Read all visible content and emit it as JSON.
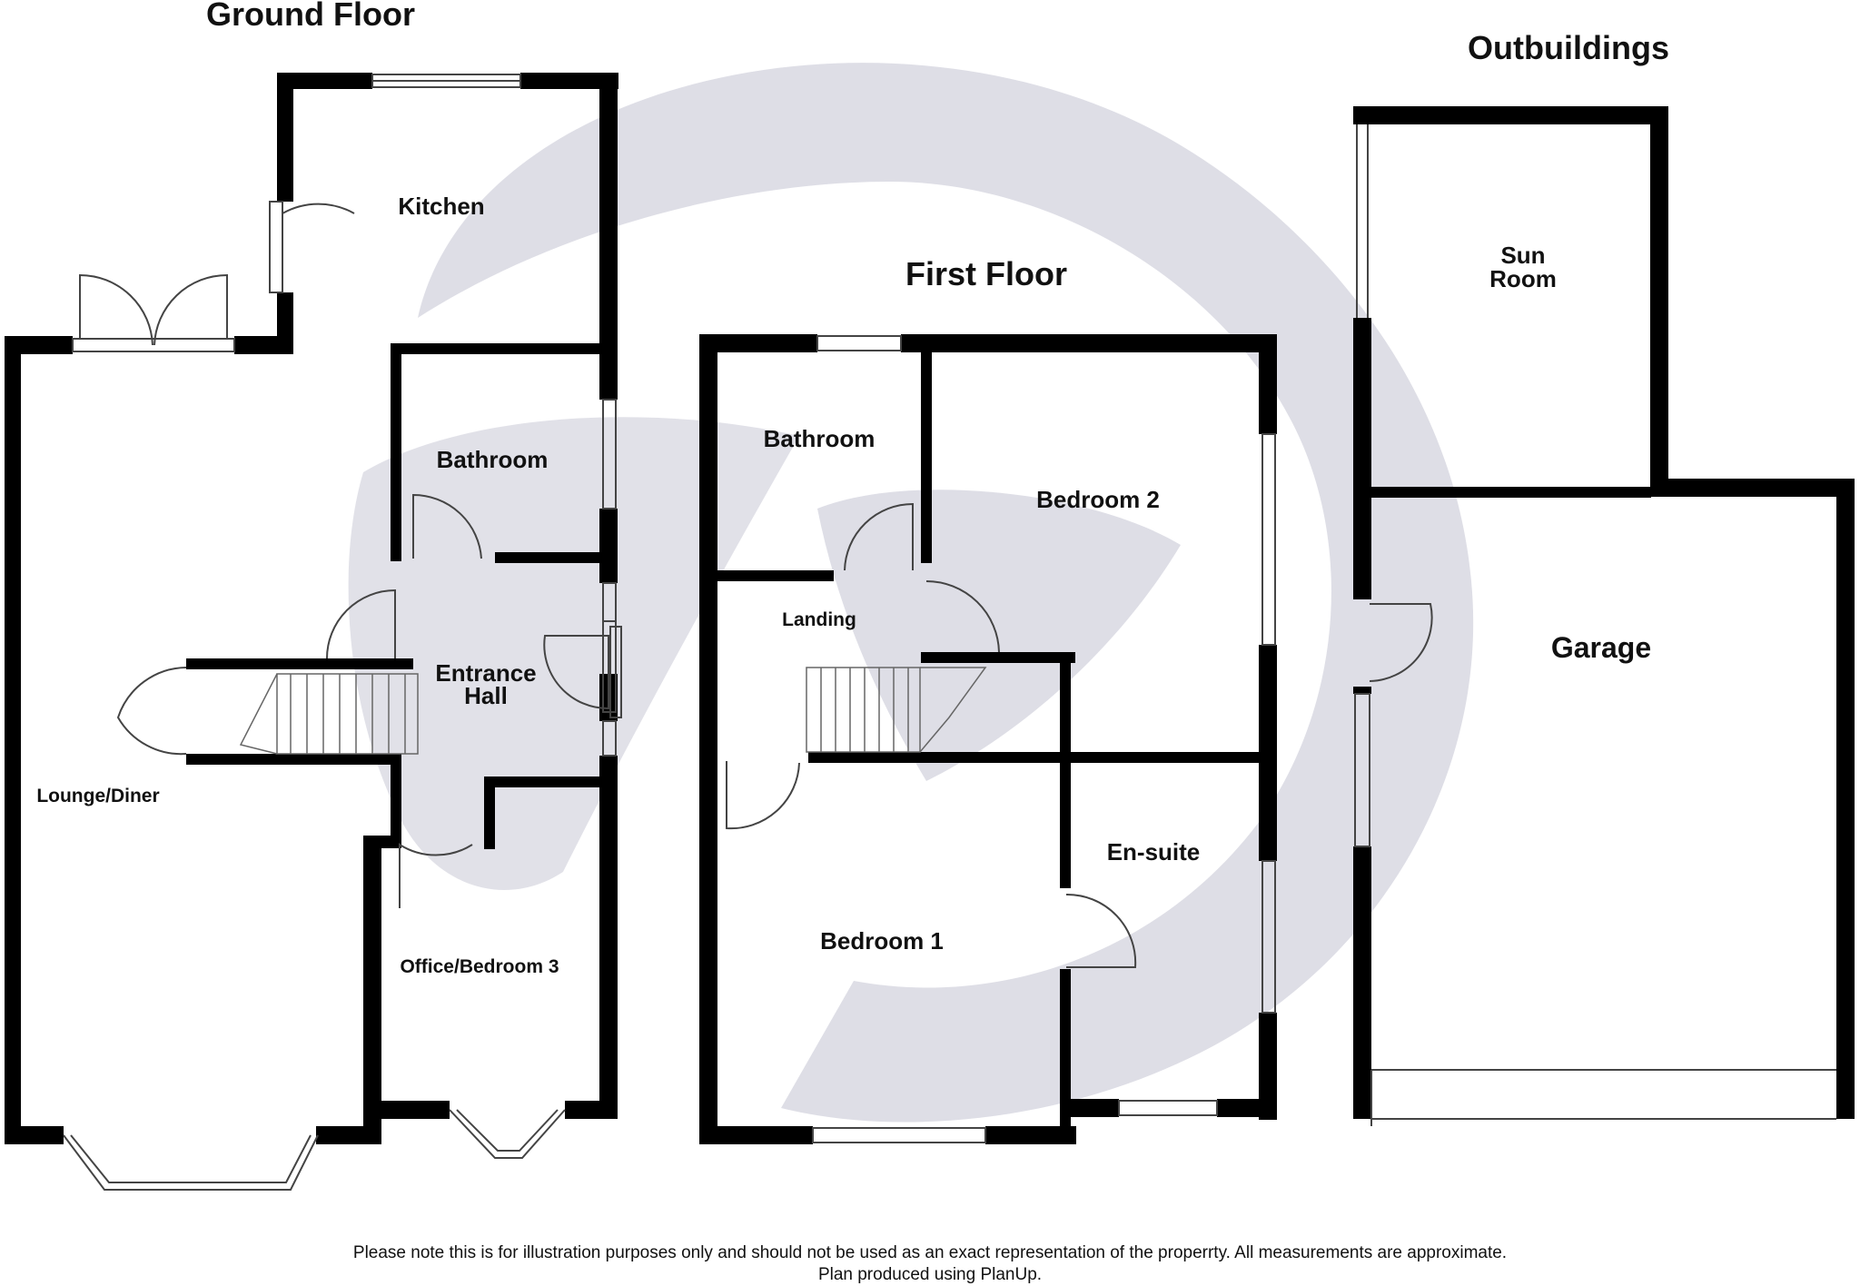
{
  "floors": {
    "ground": {
      "title": "Ground Floor",
      "rooms": {
        "kitchen": "Kitchen",
        "bathroom": "Bathroom",
        "entrance_hall_1": "Entrance",
        "entrance_hall_2": "Hall",
        "lounge_diner": "Lounge/Diner",
        "office_bedroom3": "Office/Bedroom 3"
      }
    },
    "first": {
      "title": "First Floor",
      "rooms": {
        "bathroom": "Bathroom",
        "bedroom2": "Bedroom 2",
        "landing": "Landing",
        "bedroom1": "Bedroom 1",
        "ensuite": "En-suite"
      }
    },
    "outbuildings": {
      "title": "Outbuildings",
      "rooms": {
        "sun_room_1": "Sun",
        "sun_room_2": "Room",
        "garage": "Garage"
      }
    }
  },
  "footer": {
    "disclaimer": "Please note this is for illustration purposes only and should not be used as an exact representation of the properrty. All measurements are approximate.",
    "credit": "Plan produced using PlanUp."
  },
  "colors": {
    "wall": "#000000",
    "watermark": "#dedee6",
    "background": "#ffffff"
  }
}
